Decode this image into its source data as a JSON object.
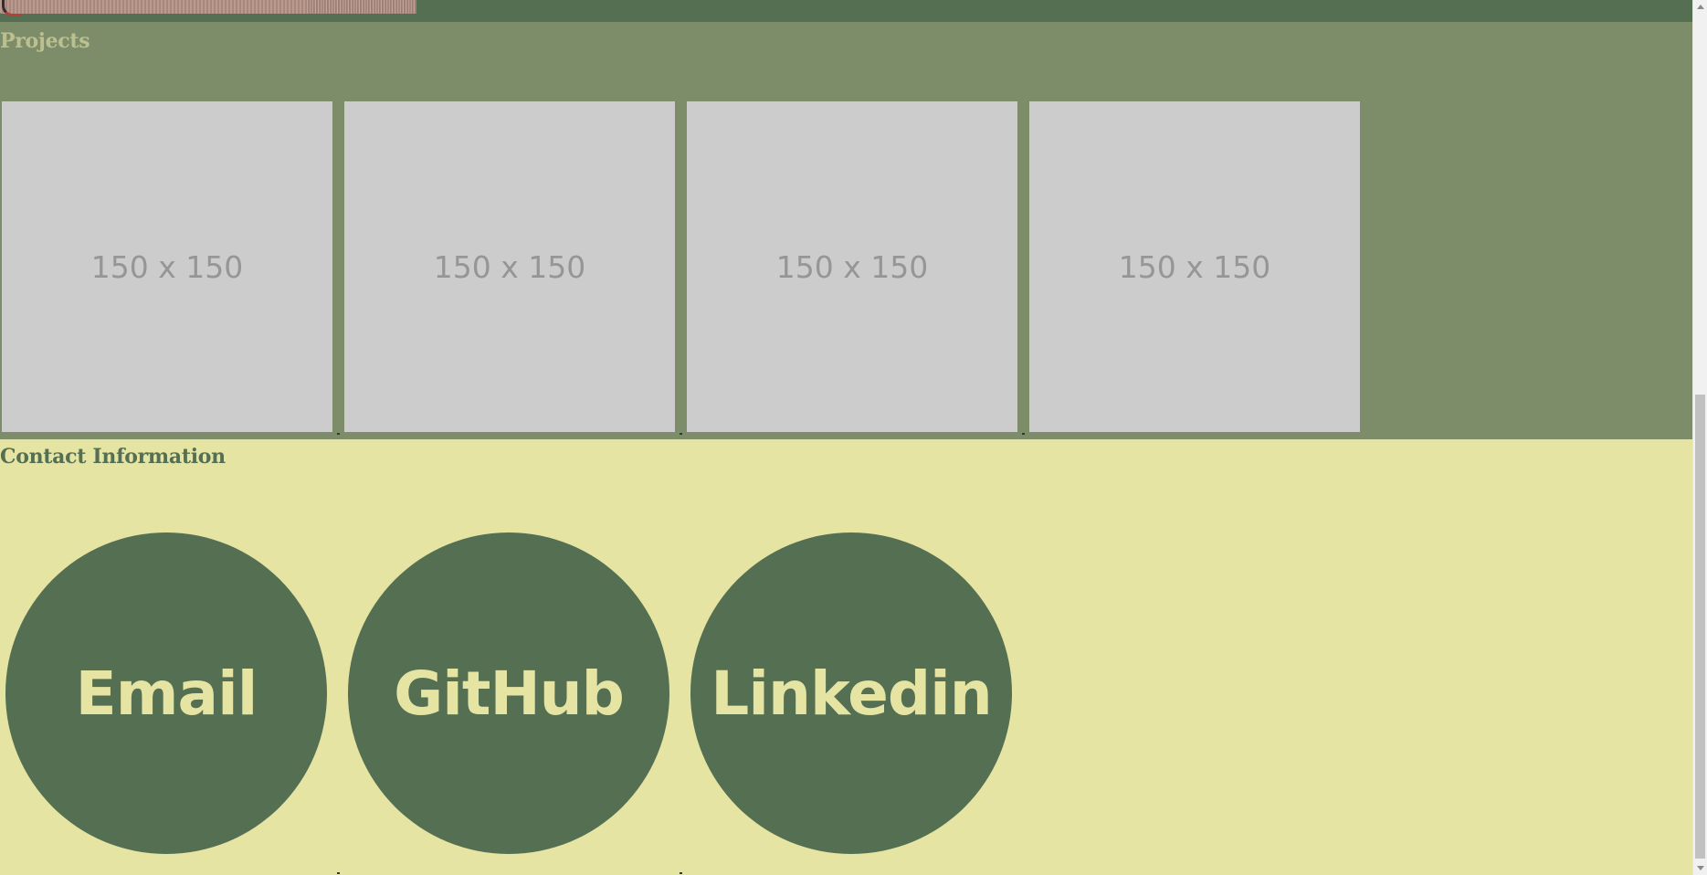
{
  "header": {
    "photo_icon": "portrait-photo"
  },
  "projects": {
    "title": "Projects",
    "tiles": [
      {
        "label": "150 x 150"
      },
      {
        "label": "150 x 150"
      },
      {
        "label": "150 x 150"
      },
      {
        "label": "150 x 150"
      }
    ]
  },
  "contact": {
    "title": "Contact Information",
    "links": [
      {
        "label": "Email"
      },
      {
        "label": "GitHub"
      },
      {
        "label": "Linkedin"
      }
    ]
  },
  "colors": {
    "dark_green": "#546f52",
    "sage": "#7d8d69",
    "cream": "#e6e4a3",
    "placeholder_gray": "#cccccc",
    "placeholder_text": "#969696"
  }
}
